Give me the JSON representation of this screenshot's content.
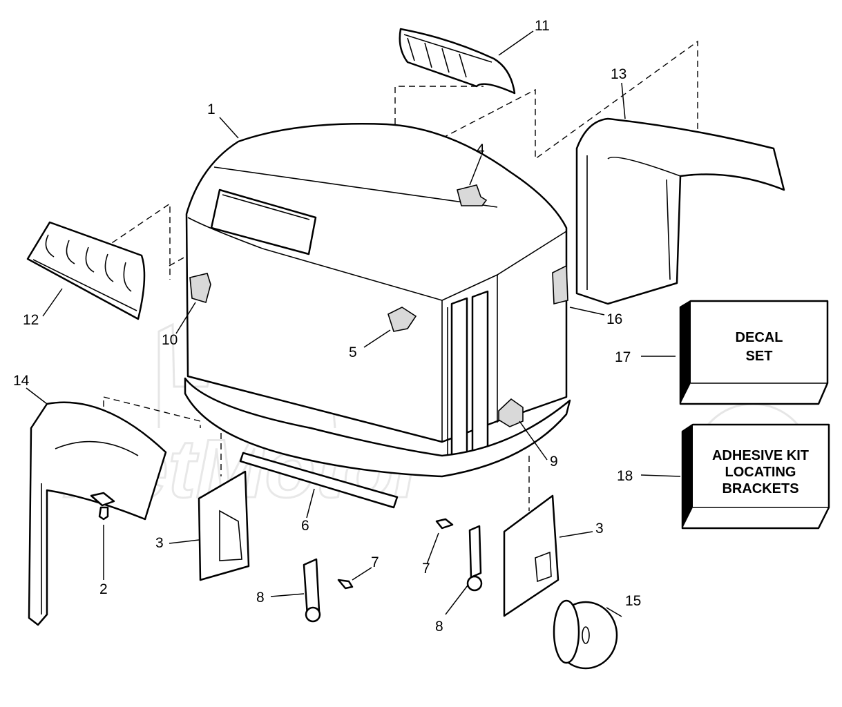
{
  "callouts": {
    "c1": "1",
    "c2": "2",
    "c3a": "3",
    "c3b": "3",
    "c4": "4",
    "c5": "5",
    "c6": "6",
    "c7a": "7",
    "c7b": "7",
    "c8a": "8",
    "c8b": "8",
    "c9": "9",
    "c10": "10",
    "c11": "11",
    "c12": "12",
    "c13": "13",
    "c14": "14",
    "c15": "15",
    "c16": "16",
    "c17": "17",
    "c18": "18"
  },
  "boxes": {
    "decal": {
      "line1": "DECAL",
      "line2": "SET"
    },
    "adhesive": {
      "line1": "ADHESIVE KIT",
      "line2": "LOCATING",
      "line3": "BRACKETS"
    }
  },
  "watermark": "NetMotor"
}
